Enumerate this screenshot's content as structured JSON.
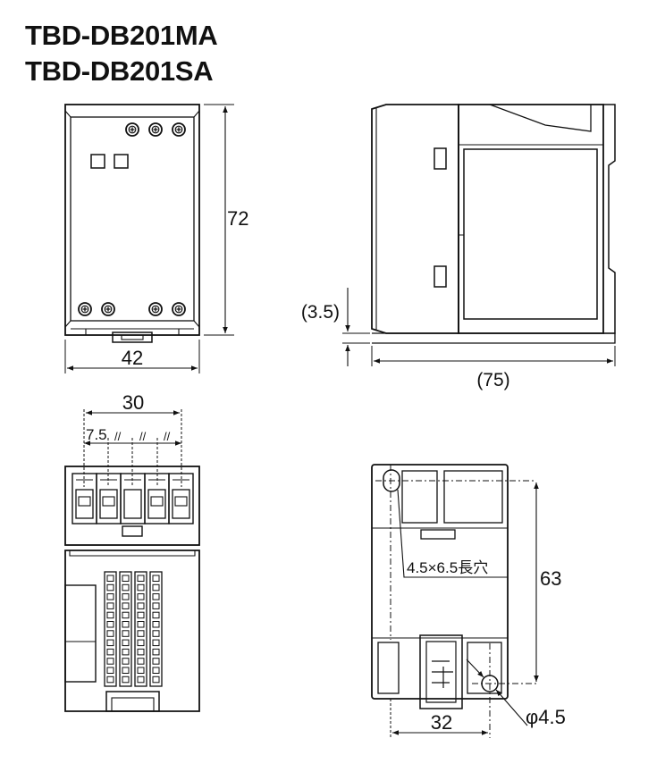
{
  "titles": [
    "TBD-DB201MA",
    "TBD-DB201SA"
  ],
  "dimensions": {
    "front_height": "72",
    "front_width": "42",
    "side_offset": "(3.5)",
    "side_depth": "(75)",
    "terminal_span": "30",
    "terminal_pitch": "7.5",
    "pitch_mark": "//",
    "mount_height": "63",
    "mount_width": "32",
    "slot_hole": "4.5×6.5長穴",
    "round_hole": "φ4.5"
  }
}
